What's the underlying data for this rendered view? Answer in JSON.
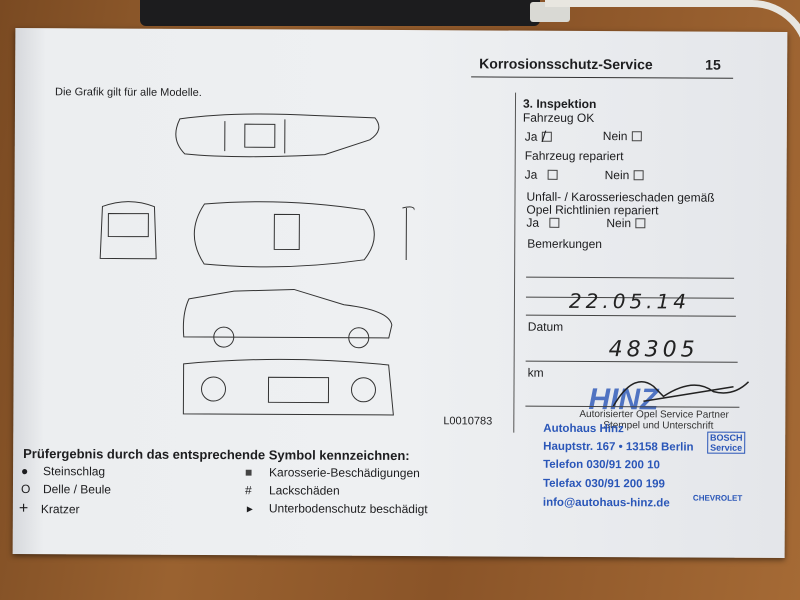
{
  "header": {
    "title": "Korrosionsschutz-Service",
    "page_number": "15"
  },
  "subtitle": "Die Grafik gilt für alle Modelle.",
  "figure_code": "L0010783",
  "inspection": {
    "title": "3. Inspektion",
    "q1": "Fahrzeug OK",
    "q2": "Fahrzeug repariert",
    "q3_line1": "Unfall- / Karosserieschaden gemäß",
    "q3_line2": "Opel Richtlinien repariert",
    "yes": "Ja",
    "no": "Nein",
    "remarks": "Bemerkungen",
    "date_label": "Datum",
    "date_value": "22.05.14",
    "km_label": "km",
    "km_value": "48305",
    "partner": "Autorisierter Opel Service Partner",
    "stamp_label": "Stempel und Unterschrift"
  },
  "stamp": {
    "logo": "HINZ",
    "line1": "Autohaus Hinz",
    "address": "Hauptstr. 167 • 13158 Berlin",
    "phone": "Telefon 030/91 200 10",
    "fax": "Telefax 030/91 200 199",
    "email": "info@autohaus-hinz.de",
    "bosch": "BOSCH Service",
    "chevrolet": "CHEVROLET"
  },
  "legend": {
    "title": "Prüfergebnis durch das entsprechende Symbol kennzeichnen:",
    "items": [
      {
        "symbol": "●",
        "label": "Steinschlag"
      },
      {
        "symbol": "O",
        "label": "Delle / Beule"
      },
      {
        "symbol": "+",
        "label": "Kratzer"
      },
      {
        "symbol": "■",
        "label": "Karosserie-Beschädigungen"
      },
      {
        "symbol": "#",
        "label": "Lackschäden"
      },
      {
        "symbol": "►",
        "label": "Unterbodenschutz beschädigt"
      }
    ]
  }
}
